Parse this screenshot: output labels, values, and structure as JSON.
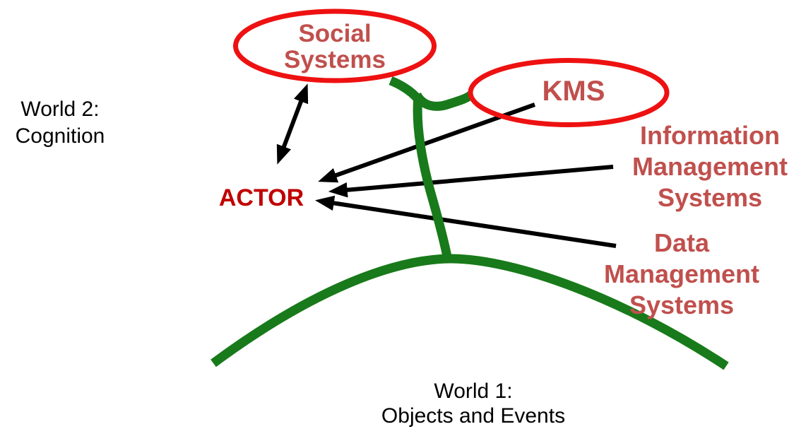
{
  "colors": {
    "ellipse_stroke": "#EE1111",
    "brick_label": "#C0504D",
    "actor_label": "#C00000",
    "world_label": "#000000",
    "tree_green": "#187A1A",
    "arrow_black": "#000000"
  },
  "labels": {
    "world2_line1": "World 2:",
    "world2_line2": "Cognition",
    "social_line1": "Social",
    "social_line2": "Systems",
    "kms": "KMS",
    "actor": "ACTOR",
    "ims_line1": "Information",
    "ims_line2": "Management",
    "ims_line3": "Systems",
    "dms_line1": "Data",
    "dms_line2": "Management",
    "dms_line3": "Systems",
    "world1_line1": "World 1:",
    "world1_line2": "Objects and Events"
  }
}
